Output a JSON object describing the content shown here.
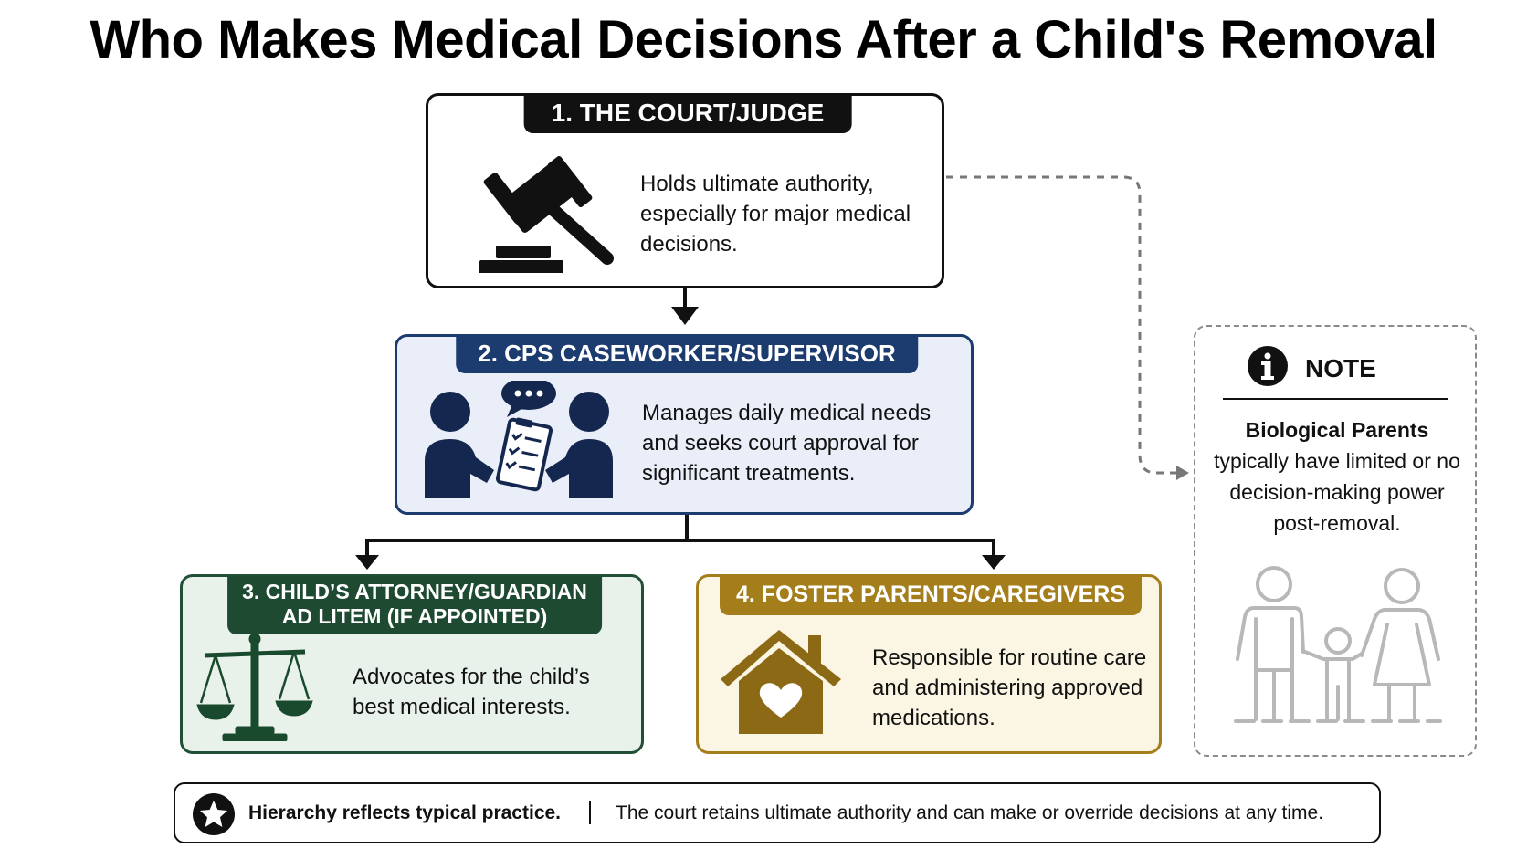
{
  "title": "Who Makes Medical Decisions After a Child's Removal",
  "cards": {
    "court": {
      "header": "1. THE COURT/JUDGE",
      "text": "Holds ultimate authority, especially for major medical decisions.",
      "icon": "gavel-icon",
      "color": "#111111"
    },
    "cps": {
      "header": "2. CPS CASEWORKER/SUPERVISOR",
      "text": "Manages daily medical needs and seeks court approval for significant treatments.",
      "icon": "caseworker-meeting-icon",
      "color": "#1c3b6e"
    },
    "gal": {
      "header_line1": "3. CHILD’S ATTORNEY/GUARDIAN",
      "header_line2": "AD LITEM (IF APPOINTED)",
      "text": "Advocates for the child’s best medical interests.",
      "icon": "scales-of-justice-icon",
      "color": "#1f4a32"
    },
    "foster": {
      "header": "4. FOSTER PARENTS/CAREGIVERS",
      "text": "Responsible for routine care and administering approved medications.",
      "icon": "house-heart-icon",
      "color": "#a57e1c"
    }
  },
  "note": {
    "title": "NOTE",
    "bold": "Biological Parents",
    "text": "typically have limited or no decision-making power post-removal.",
    "icon": "family-icon"
  },
  "footer": {
    "lead": "Hierarchy reflects typical practice.",
    "separator": "|",
    "text": "The court retains ultimate authority and can make or override decisions at any time.",
    "icon": "star-icon"
  }
}
